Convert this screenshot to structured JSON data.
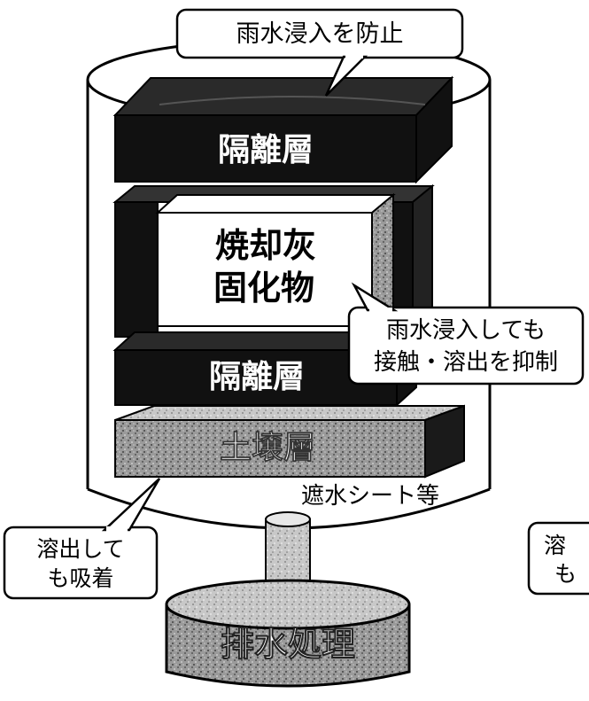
{
  "labels": {
    "prevent_rain": "雨水浸入を防止",
    "separation_top": "隔離層",
    "ash_line1": "焼却灰",
    "ash_line2": "固化物",
    "contact_line1": "雨水浸入しても",
    "contact_line2": "接触・溶出を抑制",
    "separation_bottom": "隔離層",
    "soil": "土壌層",
    "sheet": "遮水シート等",
    "adsorb_line1": "溶出して",
    "adsorb_line2": "も吸着",
    "drainage": "排水処理",
    "cut_line1": "溶",
    "cut_line2": "も"
  }
}
